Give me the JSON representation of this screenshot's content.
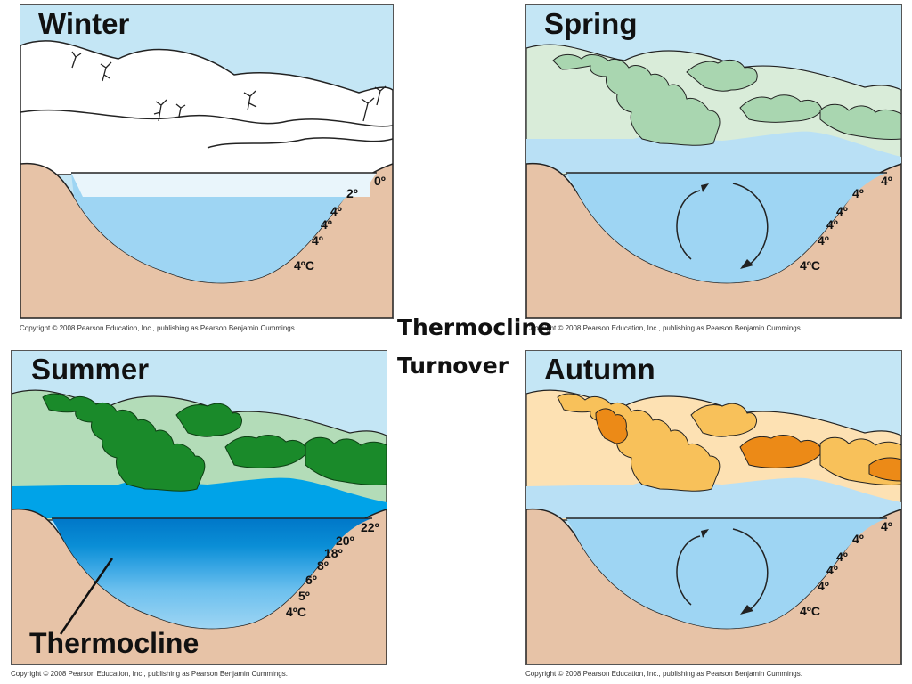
{
  "copyright": "Copyright © 2008 Pearson Education, Inc., publishing as Pearson Benjamin Cummings.",
  "center_labels": {
    "thermocline": "Thermocline",
    "turnover": "Turnover"
  },
  "colors": {
    "sky": "#c4e6f5",
    "soil": "#e7c3a7",
    "lake_light": "#9ed5f3",
    "summer_water_deep": "#0a8ed6",
    "winter_hills": "#ffffff",
    "spring_hills": "#d9ecd9",
    "spring_trees": "#a9d6b0",
    "summer_hills": "#b3dcb8",
    "summer_trees": "#1a8a2a",
    "autumn_hills": "#fde1b3",
    "autumn_trees_light": "#f8c15a",
    "autumn_trees_dark": "#ec8a17"
  },
  "panels": {
    "winter": {
      "title": "Winter",
      "temps": [
        "0º",
        "2º",
        "4º",
        "4º",
        "4º",
        "4ºC"
      ]
    },
    "spring": {
      "title": "Spring",
      "temps": [
        "4º",
        "4º",
        "4º",
        "4º",
        "4º",
        "4ºC"
      ]
    },
    "summer": {
      "title": "Summer",
      "temps": [
        "22º",
        "20º",
        "18º",
        "8º",
        "6º",
        "5º",
        "4ºC"
      ],
      "thermocline_label": "Thermocline"
    },
    "autumn": {
      "title": "Autumn",
      "temps": [
        "4º",
        "4º",
        "4º",
        "4º",
        "4º",
        "4ºC"
      ]
    }
  }
}
